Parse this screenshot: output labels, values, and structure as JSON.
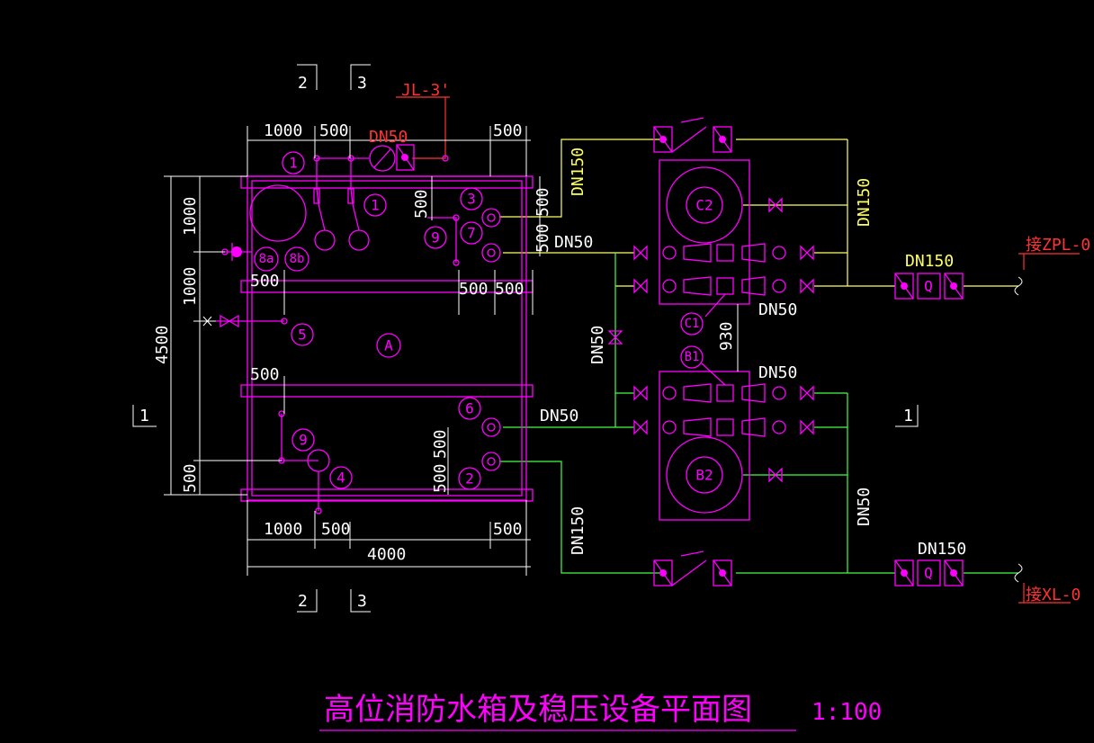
{
  "title": "高位消防水箱及稳压设备平面图",
  "scale": "1:100",
  "section_marks": {
    "two": "2",
    "three": "3",
    "one": "1"
  },
  "pipe_labels": {
    "jl": "JL-3'",
    "zpl": "接ZPL-0",
    "xl": "接XL-0",
    "dn50": "DN50",
    "dn150": "DN150"
  },
  "dimensions": {
    "d1000": "1000",
    "d500": "500",
    "d4000": "4000",
    "d4500": "4500",
    "d930": "930"
  },
  "bubbles": {
    "b1": "1",
    "b2": "2",
    "b3": "3",
    "b4": "4",
    "b5": "5",
    "b6": "6",
    "b7": "7",
    "b9": "9",
    "b8a": "8a",
    "b8b": "8b",
    "A": "A",
    "C1": "C1",
    "C2": "C2",
    "B1": "B1",
    "B2": "B2"
  },
  "meter_symbol": "Q",
  "colors": {
    "background": "#000000",
    "equipment": "#ff00ff",
    "pipe_dn150": "#ffff66",
    "pipe_dn50": "#44ff44",
    "riser": "#ff3333",
    "dimension": "#ffffff"
  }
}
